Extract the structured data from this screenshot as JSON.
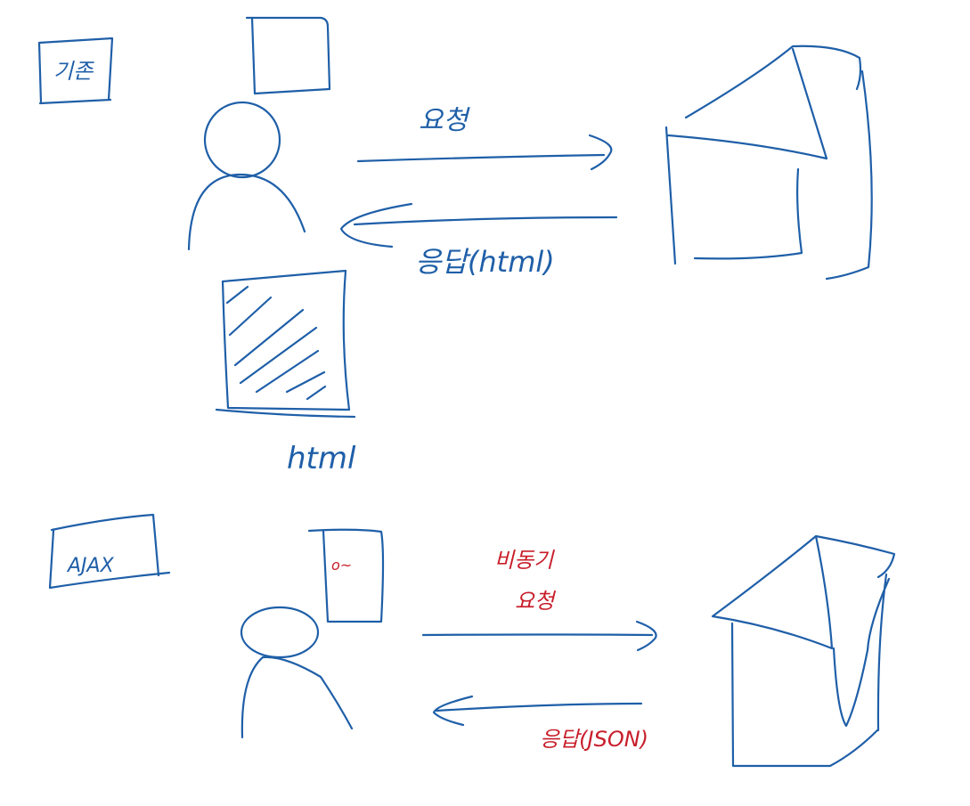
{
  "sections": {
    "traditional": {
      "title": "기존",
      "request_label": "요청",
      "response_label": "응답(html)",
      "page_label": "html"
    },
    "ajax": {
      "title": "AJAX",
      "screen_text": "o~",
      "request_label_line1": "비동기",
      "request_label_line2": "요청",
      "response_label": "응답(JSON)"
    }
  },
  "colors": {
    "blue_ink": "#1f5fa8",
    "red_ink": "#c81e2a",
    "background": "#ffffff"
  }
}
